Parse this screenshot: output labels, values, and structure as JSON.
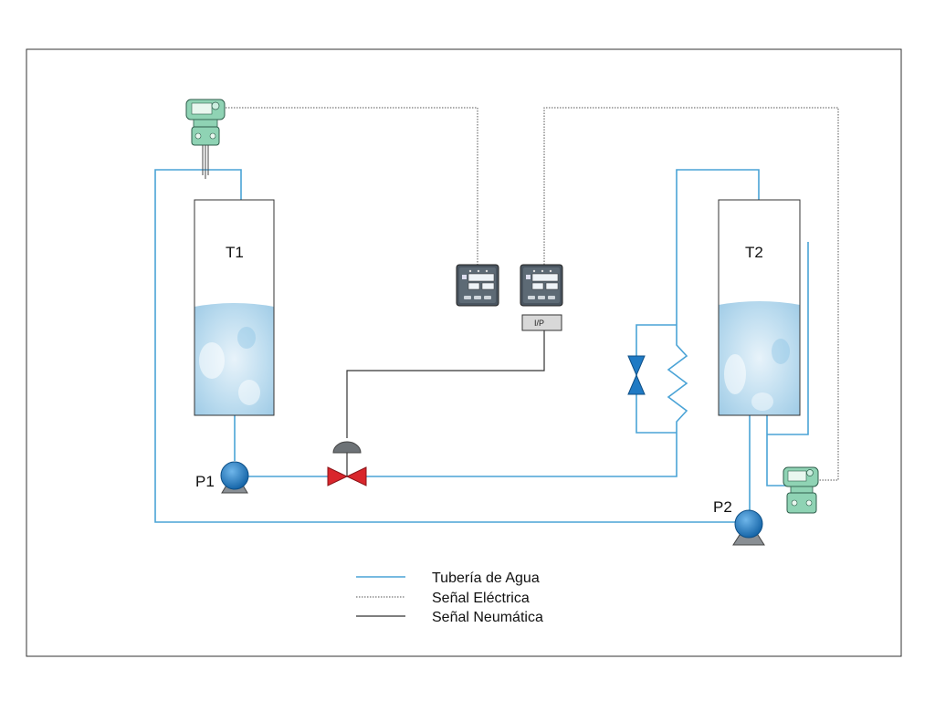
{
  "tanks": {
    "t1": {
      "label": "T1"
    },
    "t2": {
      "label": "T2"
    }
  },
  "pumps": {
    "p1": {
      "label": "P1"
    },
    "p2": {
      "label": "P2"
    }
  },
  "converter": {
    "label": "I/P"
  },
  "legend": {
    "water": "Tubería de Agua",
    "electric": "Señal Eléctrica",
    "pneumatic": "Señal Neumática"
  },
  "colors": {
    "water_pipe": "#4aa3d6",
    "electric_signal": "#555555",
    "pneumatic_signal": "#333333",
    "valve_red": "#d9262c",
    "valve_blue": "#1f7ac4",
    "pump": "#1a78c2",
    "transmitter": "#8fd3b4"
  }
}
